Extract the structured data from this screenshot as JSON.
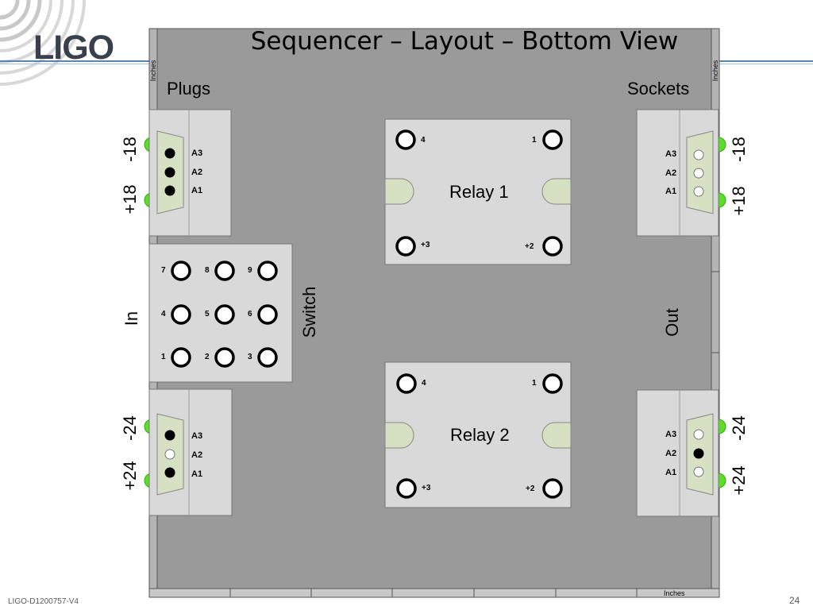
{
  "slide": {
    "logo": "LIGO",
    "title": "Sequencer – Layout – Bottom View",
    "footer_doc": "LIGO-D1200757-V4",
    "page_number": "24"
  },
  "labels": {
    "plugs": "Plugs",
    "sockets": "Sockets",
    "in": "In",
    "out": "Out",
    "switch": "Switch",
    "inches_top_left": "Inches",
    "inches_top_right": "Inches",
    "inches_bottom": "Inches"
  },
  "voltages": {
    "left_top_minus": "-18",
    "left_top_plus": "+18",
    "right_top_minus": "-18",
    "right_top_plus": "+18",
    "left_bottom_minus": "-24",
    "left_bottom_plus": "+24",
    "right_bottom_minus": "-24",
    "right_bottom_plus": "+24"
  },
  "connectors": {
    "pins": [
      "A3",
      "A2",
      "A1"
    ],
    "plug_top_pins_filled": [
      true,
      true,
      true
    ],
    "socket_top_pins_filled": [
      false,
      false,
      false
    ],
    "plug_bottom_pins_filled": [
      true,
      false,
      true
    ],
    "socket_bottom_pins_filled": [
      false,
      true,
      false
    ]
  },
  "relays": [
    {
      "label": "Relay 1",
      "terminals": {
        "tl": "4",
        "tr": "1",
        "bl": "+3",
        "br": "+2"
      }
    },
    {
      "label": "Relay 2",
      "terminals": {
        "tl": "4",
        "tr": "1",
        "bl": "+3",
        "br": "+2"
      }
    }
  ],
  "switch_terminals": [
    [
      "7",
      "8",
      "9"
    ],
    [
      "4",
      "5",
      "6"
    ],
    [
      "1",
      "2",
      "3"
    ]
  ],
  "colors": {
    "plate": "#9a9a9a",
    "box": "#d9d9d9",
    "connector": "#d6e1c4",
    "led": "#5edc2a",
    "header_line": "#5a83b8"
  }
}
